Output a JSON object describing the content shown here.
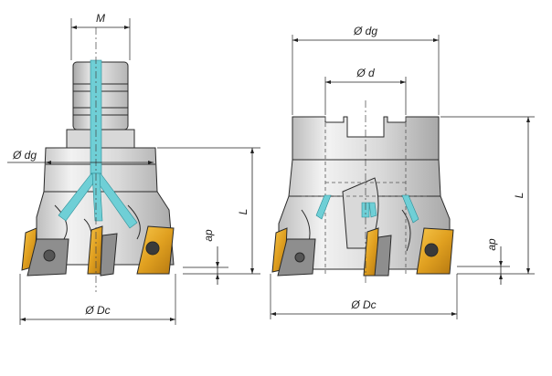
{
  "left_view": {
    "label_M": "M",
    "label_dg": "Ø dg",
    "label_L": "L",
    "label_ap": "ap",
    "label_Dc": "Ø Dc"
  },
  "right_view": {
    "label_dg": "Ø dg",
    "label_d": "Ø d",
    "label_L": "L",
    "label_ap": "ap",
    "label_Dc": "Ø Dc"
  },
  "colors": {
    "body_light": "#e6e6e6",
    "body_mid": "#c9c9c9",
    "body_dark": "#9a9a9a",
    "coolant": "#6fcfd6",
    "insert_gold": "#e0a020",
    "insert_gray": "#8a8a8a"
  }
}
